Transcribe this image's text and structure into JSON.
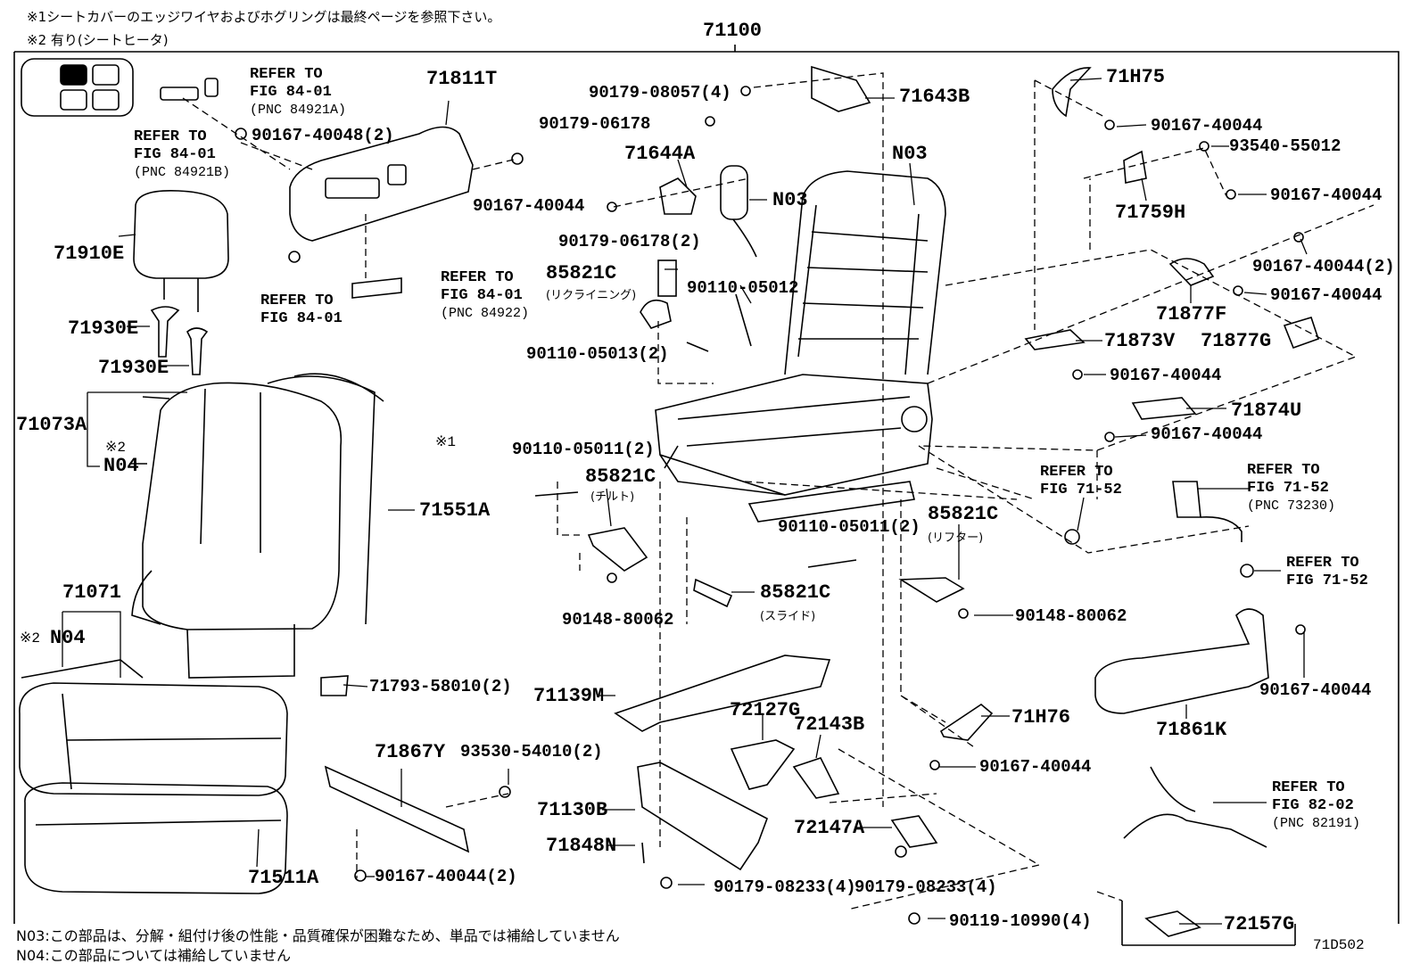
{
  "header_notes": [
    "※1シートカバーのエッジワイヤおよびホグリングは最終ページを参照下さい。",
    "※2 有り(シートヒータ)"
  ],
  "assembly_number": "71100",
  "footer_notes": [
    "N03:この部品は、分解・組付け後の性能・品質確保が困難なため、単品では補給していません",
    "N04:この部品については補給していません"
  ],
  "figure_code": "71D502",
  "callouts": {
    "p71811T": "71811T",
    "p71910E": "71910E",
    "p71930E_a": "71930E",
    "p71930E_b": "71930E",
    "p71073A": "71073A",
    "p71551A": "71551A",
    "p71071": "71071",
    "p71511A": "71511A",
    "p71793": "71793-58010(2)",
    "p71867Y": "71867Y",
    "p93530": "93530-54010(2)",
    "p90167_40044_2_low": "90167-40044(2)",
    "p90167_40048": "90167-40048(2)",
    "p90167_40044_a": "90167-40044",
    "p90179_08057": "90179-08057(4)",
    "p90179_06178": "90179-06178",
    "p71644A": "71644A",
    "p90179_06178_2": "90179-06178(2)",
    "p71643B": "71643B",
    "pN03_top": "N03",
    "pN03_mid": "N03",
    "p85821C_recl": "85821C",
    "recl_note": "(リクライニング)",
    "p90110_05012": "90110-05012",
    "p90110_05013": "90110-05013(2)",
    "p90110_05011_a": "90110-05011(2)",
    "p85821C_tilt": "85821C",
    "tilt_note": "(チルト)",
    "p90148_80062_a": "90148-80062",
    "p90110_05011_b": "90110-05011(2)",
    "p85821C_lift": "85821C",
    "lift_note": "(リフター)",
    "p85821C_slide": "85821C",
    "slide_note": "(スライド)",
    "p90148_80062_b": "90148-80062",
    "p71139M": "71139M",
    "p72127G": "72127G",
    "p72143B": "72143B",
    "p71130B": "71130B",
    "p71848N": "71848N",
    "p72147A": "72147A",
    "p90179_08233_a": "90179-08233(4)",
    "p90179_08233_b": "90179-08233(4)",
    "p90119_10990": "90119-10990(4)",
    "p72157G": "72157G",
    "p71H75": "71H75",
    "p90167_40044_b": "90167-40044",
    "p93540_55012": "93540-55012",
    "p71759H": "71759H",
    "p90167_40044_c": "90167-40044",
    "p90167_40044_2_r": "90167-40044(2)",
    "p90167_40044_d": "90167-40044",
    "p71877F": "71877F",
    "p71873V": "71873V",
    "p71877G": "71877G",
    "p90167_40044_e": "90167-40044",
    "p71874U": "71874U",
    "p90167_40044_f": "90167-40044",
    "p71H76": "71H76",
    "p90167_40044_g": "90167-40044",
    "p71861K": "71861K",
    "p90167_40044_h": "90167-40044",
    "n04_top": "N04",
    "n04_bot": "N04",
    "mark2_top": "※2",
    "mark2_bot": "※2",
    "mark1": "※1"
  },
  "refs": {
    "r1": [
      "REFER TO",
      "FIG 84-01",
      "(PNC 84921A)"
    ],
    "r2": [
      "REFER TO",
      "FIG 84-01",
      "(PNC 84921B)"
    ],
    "r3": [
      "REFER TO",
      "FIG 84-01"
    ],
    "r4": [
      "REFER TO",
      "FIG 84-01",
      "(PNC 84922)"
    ],
    "r5": [
      "REFER TO",
      "FIG 71-52"
    ],
    "r6": [
      "REFER TO",
      "FIG 71-52",
      "(PNC 73230)"
    ],
    "r7": [
      "REFER TO",
      "FIG 71-52"
    ],
    "r8": [
      "REFER TO",
      "FIG 82-02",
      "(PNC 82191)"
    ]
  }
}
